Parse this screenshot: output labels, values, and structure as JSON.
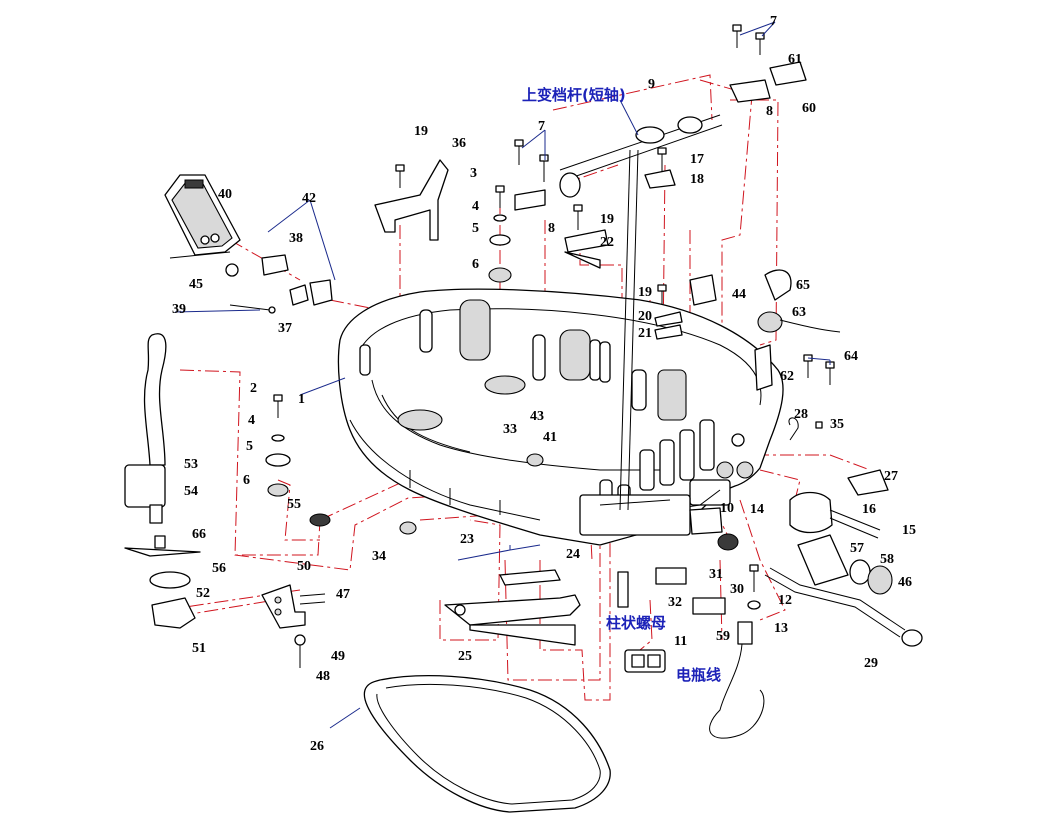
{
  "annotations": {
    "upper_shift_lever": "上变档杆(短轴)",
    "stud_nut": "柱状螺母",
    "battery_cable": "电瓶线"
  },
  "labels": [
    "1",
    "2",
    "3",
    "4",
    "4",
    "5",
    "5",
    "6",
    "6",
    "7",
    "7",
    "8",
    "8",
    "9",
    "10",
    "11",
    "12",
    "13",
    "14",
    "15",
    "16",
    "17",
    "18",
    "19",
    "19",
    "19",
    "20",
    "21",
    "22",
    "23",
    "24",
    "25",
    "26",
    "27",
    "28",
    "29",
    "30",
    "31",
    "32",
    "33",
    "34",
    "35",
    "36",
    "37",
    "38",
    "39",
    "40",
    "41",
    "42",
    "43",
    "44",
    "45",
    "46",
    "47",
    "48",
    "49",
    "50",
    "51",
    "52",
    "53",
    "54",
    "55",
    "56",
    "57",
    "58",
    "59",
    "60",
    "61",
    "62",
    "63",
    "64",
    "65",
    "66"
  ],
  "colors": {
    "assembly_line": "#d0141e",
    "leader_line": "#1a2a8c",
    "annotation_text": "#1c22b8"
  }
}
